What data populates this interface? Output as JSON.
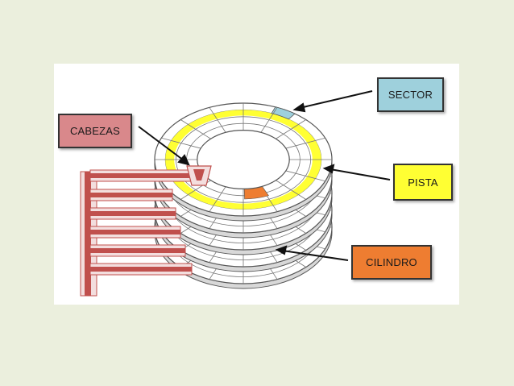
{
  "labels": {
    "sector": "SECTOR",
    "cabezas": "CABEZAS",
    "pista": "PISTA",
    "cilindro": "CILINDRO"
  },
  "colors": {
    "background": "#ebefdd",
    "sector_fill": "#9ed0dc",
    "cabezas_fill": "#d9888b",
    "pista_fill": "#ffff33",
    "cilindro_fill": "#ee7d31",
    "head_arm": "#c0504d",
    "platter_edge": "#555555"
  },
  "platter_count": 5
}
